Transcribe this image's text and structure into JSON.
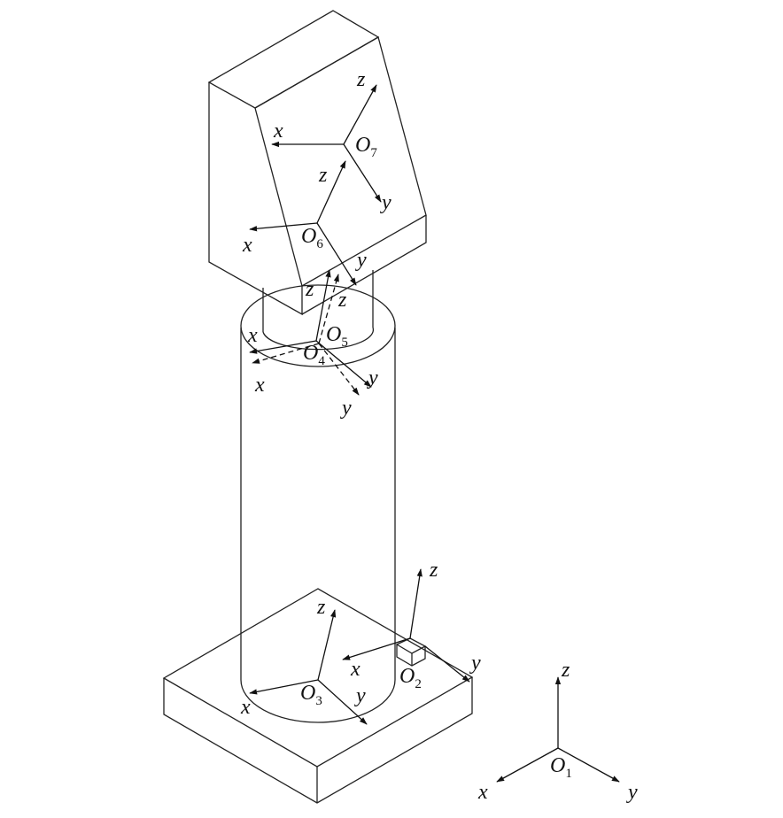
{
  "axis_labels": {
    "x": "x",
    "y": "y",
    "z": "z"
  },
  "frames": [
    {
      "id": "o1",
      "letter": "O",
      "sub": "1"
    },
    {
      "id": "o2",
      "letter": "O",
      "sub": "2"
    },
    {
      "id": "o3",
      "letter": "O",
      "sub": "3"
    },
    {
      "id": "o4",
      "letter": "O",
      "sub": "4"
    },
    {
      "id": "o5",
      "letter": "O",
      "sub": "5"
    },
    {
      "id": "o6",
      "letter": "O",
      "sub": "6"
    },
    {
      "id": "o7",
      "letter": "O",
      "sub": "7"
    }
  ]
}
